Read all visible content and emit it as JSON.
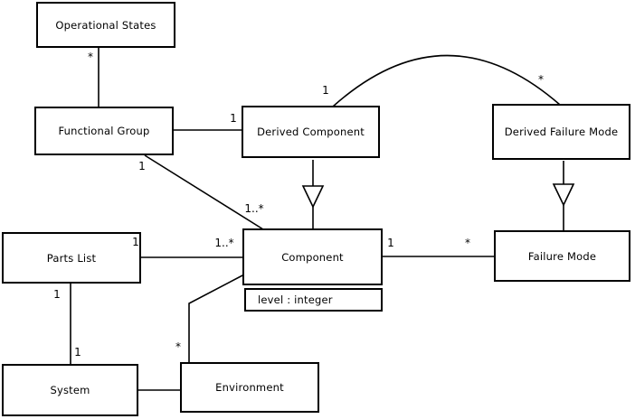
{
  "diagram": {
    "type": "uml-class-diagram",
    "colors": {
      "line": "#000000",
      "box_fill": "#ffffff",
      "background": "#ffffff",
      "text": "#000000"
    },
    "classes": {
      "operational_states": {
        "label": "Operational States"
      },
      "functional_group": {
        "label": "Functional Group"
      },
      "derived_component": {
        "label": "Derived Component"
      },
      "derived_failure_mode": {
        "label": "Derived Failure Mode"
      },
      "component": {
        "label": "Component",
        "attribute": "level : integer"
      },
      "failure_mode": {
        "label": "Failure Mode"
      },
      "parts_list": {
        "label": "Parts List"
      },
      "system": {
        "label": "System"
      },
      "environment": {
        "label": "Environment"
      }
    },
    "edges": [
      {
        "from": "Operational States",
        "to": "Functional Group",
        "type": "association",
        "labels": [
          {
            "near": "Operational States",
            "text": "*"
          }
        ]
      },
      {
        "from": "Functional Group",
        "to": "Derived Component",
        "type": "association",
        "labels": [
          {
            "near": "Derived Component",
            "text": "1"
          }
        ]
      },
      {
        "from": "Functional Group",
        "to": "Component",
        "type": "association",
        "labels": [
          {
            "near": "Functional Group",
            "text": "1"
          },
          {
            "near": "Component",
            "text": "1..*"
          }
        ]
      },
      {
        "from": "Derived Component",
        "to": "Derived Failure Mode",
        "type": "association-arc",
        "labels": [
          {
            "near": "Derived Component",
            "text": "1"
          },
          {
            "near": "Derived Failure Mode",
            "text": "*"
          }
        ]
      },
      {
        "from": "Derived Component",
        "to": "Component",
        "type": "generalization",
        "labels": []
      },
      {
        "from": "Derived Failure Mode",
        "to": "Failure Mode",
        "type": "generalization",
        "labels": []
      },
      {
        "from": "Parts List",
        "to": "Component",
        "type": "association",
        "labels": [
          {
            "near": "Parts List",
            "text": "1"
          },
          {
            "near": "Component",
            "text": "1..*"
          }
        ]
      },
      {
        "from": "Component",
        "to": "Failure Mode",
        "type": "association",
        "labels": [
          {
            "near": "Component",
            "text": "1"
          },
          {
            "near": "Failure Mode",
            "text": "*"
          }
        ]
      },
      {
        "from": "Parts List",
        "to": "System",
        "type": "association",
        "labels": [
          {
            "near": "Parts List",
            "text": "1"
          },
          {
            "near": "System",
            "text": "1"
          }
        ]
      },
      {
        "from": "Component",
        "to": "Environment",
        "type": "association",
        "labels": [
          {
            "near": "Environment",
            "text": "*"
          }
        ]
      },
      {
        "from": "System",
        "to": "Environment",
        "type": "association",
        "labels": []
      }
    ]
  }
}
